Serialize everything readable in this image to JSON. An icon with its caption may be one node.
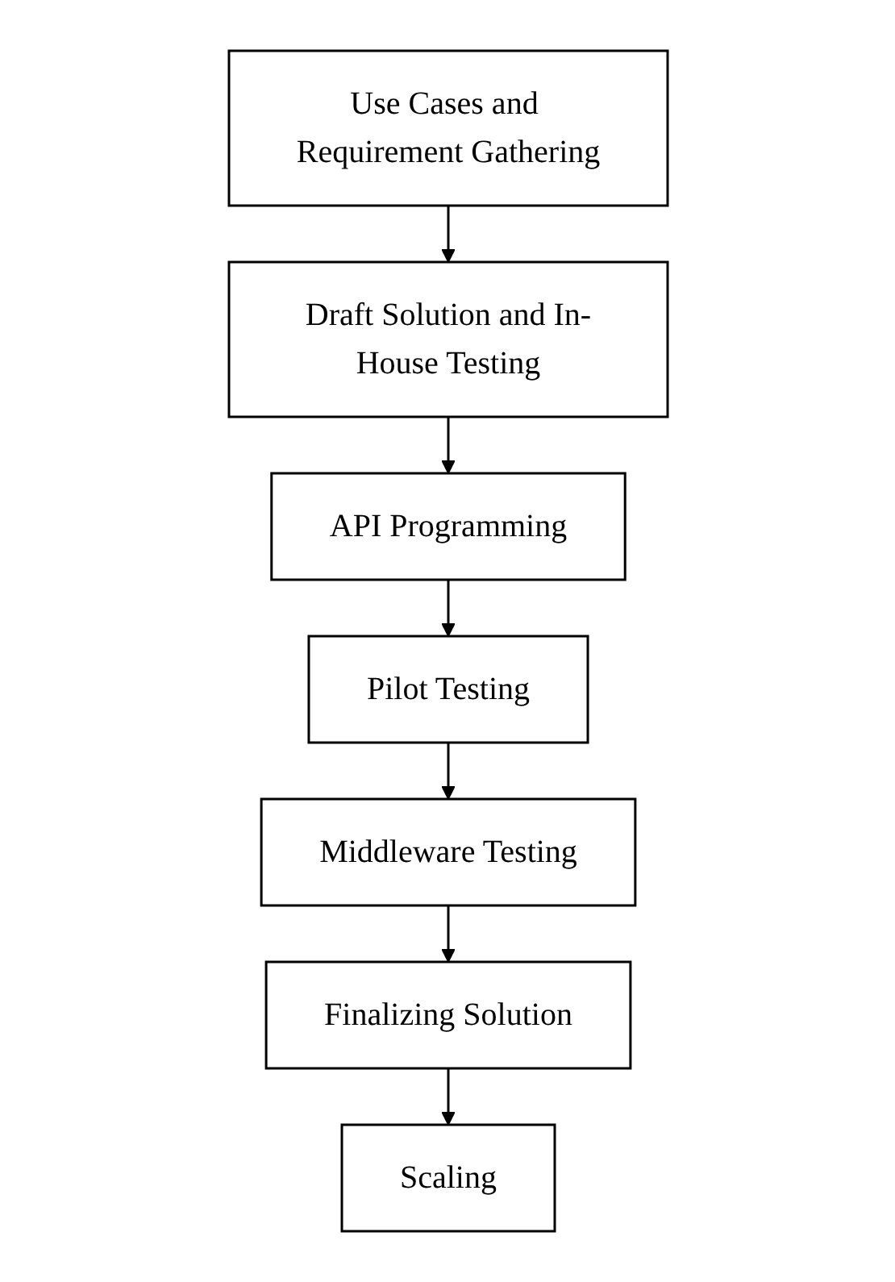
{
  "diagram": {
    "nodes": [
      {
        "text": [
          "Use Cases and Requirement Gathering"
        ]
      },
      {
        "text": [
          "Draft Solution and In-House Testing"
        ]
      },
      {
        "text": [
          "API Programming"
        ]
      },
      {
        "text": [
          "Pilot Testing"
        ]
      },
      {
        "text": [
          "Middleware Testing"
        ]
      },
      {
        "text": [
          "Finalizing Solution"
        ]
      },
      {
        "text": [
          "Scaling"
        ]
      }
    ],
    "edges": [
      {
        "from": 0,
        "to": 1,
        "arrow": "to"
      },
      {
        "from": 1,
        "to": 2,
        "arrow": "to"
      },
      {
        "from": 2,
        "to": 3,
        "arrow": "to"
      },
      {
        "from": 3,
        "to": 4,
        "arrow": "to"
      },
      {
        "from": 4,
        "to": 5,
        "arrow": "to"
      },
      {
        "from": 5,
        "to": 6,
        "arrow": "to"
      }
    ]
  }
}
